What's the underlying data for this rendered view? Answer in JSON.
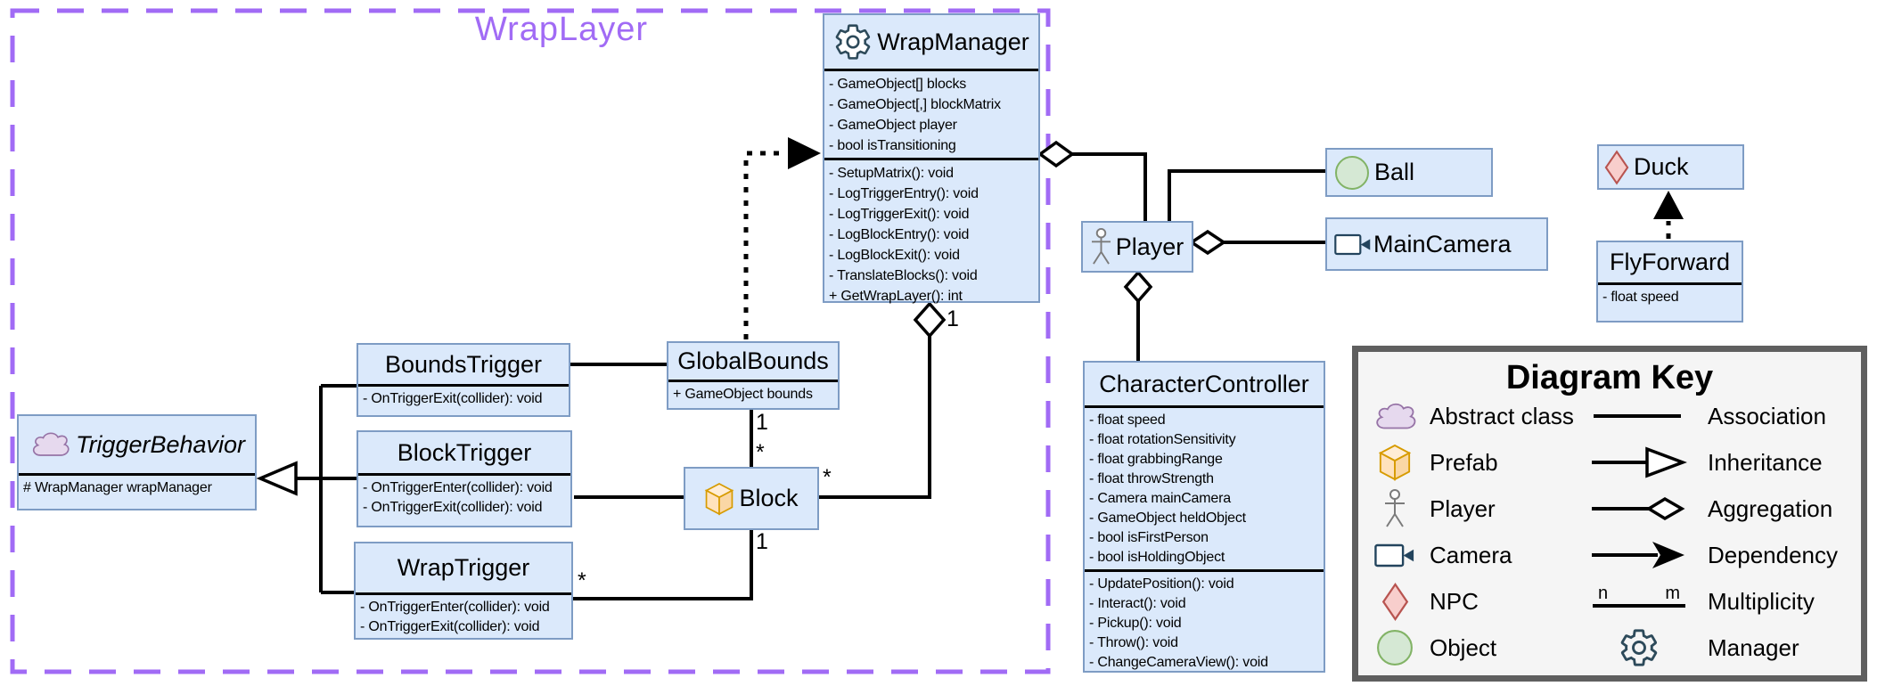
{
  "diagram": {
    "group_label": "WrapLayer",
    "colors": {
      "class_fill": "#dbe9fb",
      "class_border": "#7e9cc4",
      "group_border": "#a16bf5",
      "connector": "#000000",
      "key_background": "#f5f5f5",
      "key_border": "#5f5f5f",
      "abstract_fill": "#e6d9ee",
      "abstract_stroke": "#9673a6",
      "prefab_fill": "#ffe6cc",
      "prefab_stroke": "#d79b00",
      "npc_fill": "#f8cecc",
      "npc_stroke": "#b85450",
      "object_fill": "#d5e8d4",
      "object_stroke": "#82b366"
    }
  },
  "classes": {
    "wrapManager": {
      "title": "WrapManager",
      "icon": "gear-icon",
      "attributes": [
        "- GameObject[] blocks",
        "- GameObject[,] blockMatrix",
        "- GameObject player",
        "- bool isTransitioning"
      ],
      "methods": [
        "- SetupMatrix(): void",
        "- LogTriggerEntry(): void",
        "- LogTriggerExit(): void",
        "- LogBlockEntry(): void",
        "- LogBlockExit(): void",
        "- TranslateBlocks(): void",
        "+ GetWrapLayer(): int"
      ]
    },
    "boundsTrigger": {
      "title": "BoundsTrigger",
      "methods": [
        "- OnTriggerExit(collider): void"
      ]
    },
    "globalBounds": {
      "title": "GlobalBounds",
      "attributes": [
        "+ GameObject bounds"
      ]
    },
    "triggerBehavior": {
      "title": "TriggerBehavior",
      "icon": "cloud-icon",
      "attributes": [
        "# WrapManager wrapManager"
      ]
    },
    "blockTrigger": {
      "title": "BlockTrigger",
      "methods": [
        "- OnTriggerEnter(collider): void",
        "- OnTriggerExit(collider): void"
      ]
    },
    "block": {
      "title": "Block",
      "icon": "cube-icon"
    },
    "wrapTrigger": {
      "title": "WrapTrigger",
      "methods": [
        "- OnTriggerEnter(collider): void",
        "- OnTriggerExit(collider): void"
      ]
    },
    "player": {
      "title": "Player",
      "icon": "person-icon"
    },
    "ball": {
      "title": "Ball",
      "icon": "object-circle-icon"
    },
    "mainCamera": {
      "title": "MainCamera",
      "icon": "camera-icon"
    },
    "duck": {
      "title": "Duck",
      "icon": "npc-diamond-icon"
    },
    "flyForward": {
      "title": "FlyForward",
      "attributes": [
        "- float speed"
      ]
    },
    "characterController": {
      "title": "CharacterController",
      "attributes": [
        "- float speed",
        "- float rotationSensitivity",
        "- float grabbingRange",
        "- float throwStrength",
        "- Camera mainCamera",
        "- GameObject heldObject",
        "- bool isFirstPerson",
        "- bool isHoldingObject"
      ],
      "methods": [
        "- UpdatePosition(): void",
        "- Interact(): void",
        "- Pickup(): void",
        "- Throw(): void",
        "- ChangeCameraView(): void"
      ]
    }
  },
  "multiplicities": {
    "globalBounds_to_block": {
      "one": "1",
      "many": "*"
    },
    "wrapManager_to_block": {
      "one": "1",
      "many": "*"
    },
    "block_to_wrapTrigger": {
      "one": "1",
      "many": "*"
    }
  },
  "key": {
    "title": "Diagram Key",
    "multiplicity_n": "n",
    "multiplicity_m": "m",
    "left": [
      {
        "icon": "cloud-icon",
        "label": "Abstract class"
      },
      {
        "icon": "cube-icon",
        "label": "Prefab"
      },
      {
        "icon": "person-icon",
        "label": "Player"
      },
      {
        "icon": "camera-icon",
        "label": "Camera"
      },
      {
        "icon": "npc-diamond-icon",
        "label": "NPC"
      },
      {
        "icon": "object-circle-icon",
        "label": "Object"
      }
    ],
    "right": [
      {
        "symbol": "association-line",
        "label": "Association"
      },
      {
        "symbol": "inheritance-arrow",
        "label": "Inheritance"
      },
      {
        "symbol": "aggregation-diamond",
        "label": "Aggregation"
      },
      {
        "symbol": "dependency-arrow",
        "label": "Dependency"
      },
      {
        "symbol": "multiplicity-line",
        "label": "Multiplicity"
      },
      {
        "symbol": "manager-gear",
        "label": "Manager"
      }
    ]
  }
}
